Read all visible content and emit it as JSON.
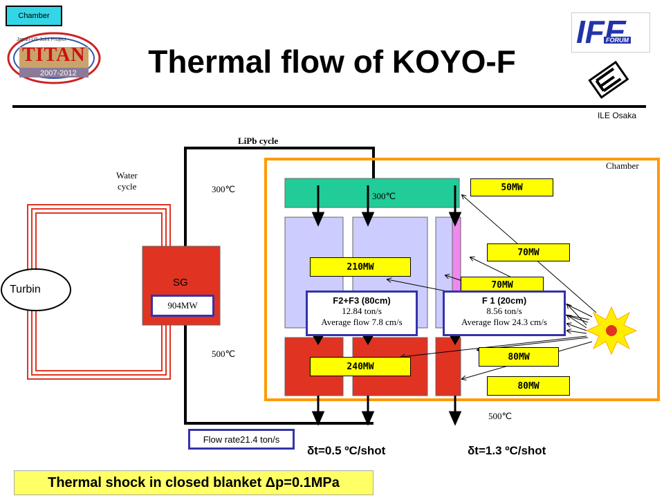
{
  "header": {
    "chamber_tag": "Chamber",
    "title": "Thermal flow of KOYO-F",
    "org": "ILE Osaka",
    "logos": {
      "titan": {
        "top_text": "Japan-US Joint Project",
        "name": "TITAN",
        "years": "2007-2012"
      },
      "ife": {
        "name": "IFE",
        "sub": "FORUM"
      }
    }
  },
  "diagram": {
    "lipb_cycle": "LiPb cycle",
    "water_cycle_1": "Water",
    "water_cycle_2": "cycle",
    "temp_300_left": "300℃",
    "temp_500_left": "500℃",
    "temp_300_header": "300℃",
    "temp_500_bottom": "500℃",
    "turbin": "Turbin",
    "sg": "SG",
    "sg_power": "904MW",
    "chamber_label": "Chamber",
    "flow_rate": "Flow rate21.4 ton/s",
    "mw_labels": {
      "p50": "50MW",
      "p70a": "70MW",
      "p70b": "70MW",
      "p210": "210MW",
      "p240": "240MW",
      "p80a": "80MW",
      "p80b": "80MW"
    },
    "f23": {
      "title": "F2+F3  (80cm)",
      "flow": "12.84 ton/s",
      "avg": "Average flow 7.8 cm/s"
    },
    "f1": {
      "title": "F 1  (20cm)",
      "flow": "8.56 ton/s",
      "avg": "Average flow 24.3 cm/s"
    },
    "dt_left": "δt=0.5 ºC/shot",
    "dt_right": "δt=1.3 ºC/shot"
  },
  "footer": {
    "thermal_shock": "Thermal shock in closed blanket Δp=0.1MPa"
  },
  "colors": {
    "green_header": "#22cc99",
    "lavender": "#ccccff",
    "red": "#e03322",
    "violet_strip": "#ee88ee",
    "orange_frame": "#ff9900",
    "blue_frame": "#3333aa",
    "yellow": "#ffff00",
    "star_fill": "#ffee00"
  }
}
